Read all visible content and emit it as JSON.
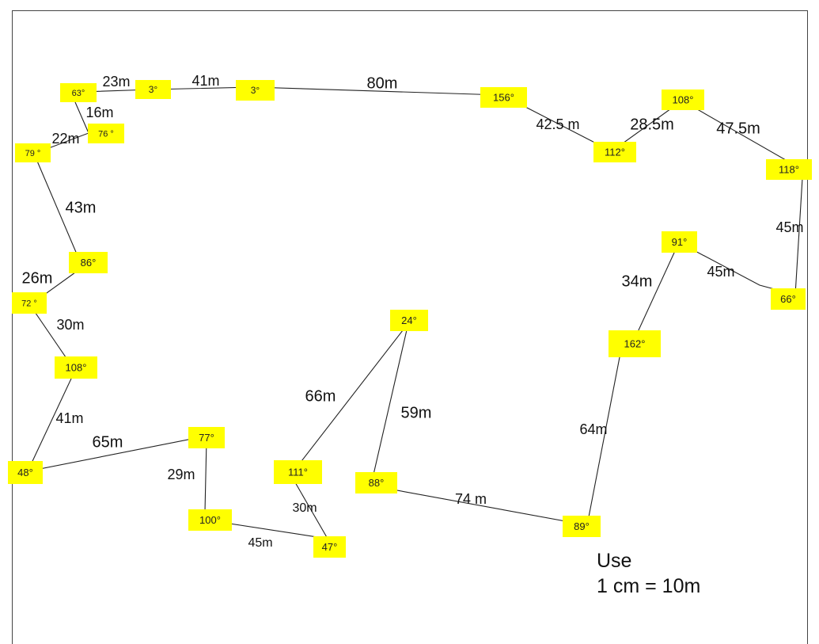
{
  "traverse": {
    "stations": [
      {
        "angle": "63°"
      },
      {
        "angle": "3°"
      },
      {
        "angle": "3°"
      },
      {
        "angle": "156°"
      },
      {
        "angle": "112°"
      },
      {
        "angle": "108°"
      },
      {
        "angle": "118°"
      },
      {
        "angle": "66°"
      },
      {
        "angle": "91°"
      },
      {
        "angle": "162°"
      },
      {
        "angle": "89°"
      },
      {
        "angle": "88°"
      },
      {
        "angle": "24°"
      },
      {
        "angle": "111°"
      },
      {
        "angle": "47°"
      },
      {
        "angle": "100°"
      },
      {
        "angle": "77°"
      },
      {
        "angle": "48°"
      },
      {
        "angle": "108°"
      },
      {
        "angle": "72 °"
      },
      {
        "angle": "86°"
      },
      {
        "angle": "79 °"
      },
      {
        "angle": "76 °"
      }
    ],
    "legs": [
      {
        "length": "23m"
      },
      {
        "length": "41m"
      },
      {
        "length": "80m"
      },
      {
        "length": "42.5 m"
      },
      {
        "length": "28.5m"
      },
      {
        "length": "47.5m"
      },
      {
        "length": "45m"
      },
      {
        "length": "45m"
      },
      {
        "length": "34m"
      },
      {
        "length": "64m"
      },
      {
        "length": "74 m"
      },
      {
        "length": "59m"
      },
      {
        "length": "66m"
      },
      {
        "length": "30m"
      },
      {
        "length": "45m"
      },
      {
        "length": "29m"
      },
      {
        "length": "65m"
      },
      {
        "length": "41m"
      },
      {
        "length": "30m"
      },
      {
        "length": "26m"
      },
      {
        "length": "43m"
      },
      {
        "length": "22m"
      },
      {
        "length": "16m"
      }
    ]
  },
  "scale_note": {
    "line1": "Use",
    "line2": "1 cm = 10m"
  },
  "colors": {
    "label_fill": "#ffff00",
    "line": "#222222"
  }
}
